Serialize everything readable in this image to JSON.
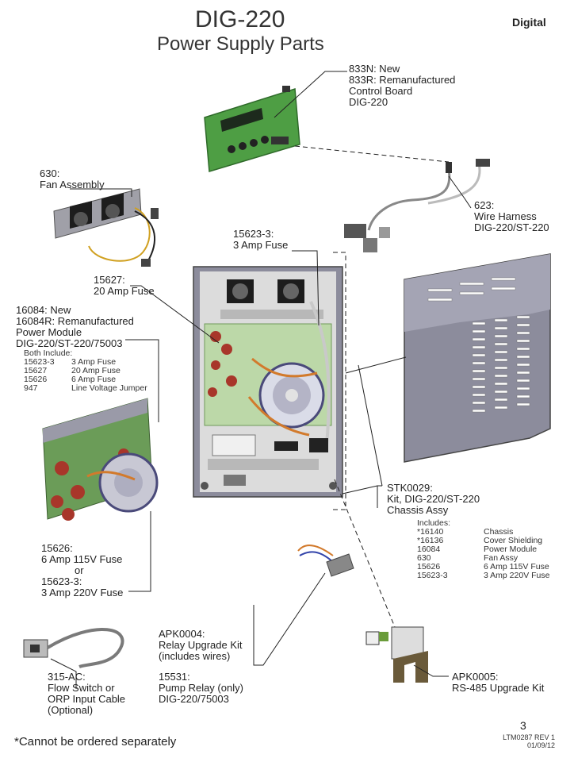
{
  "header": {
    "title": "DIG-220",
    "subtitle": "Power Supply Parts",
    "badge": "Digital"
  },
  "labels": {
    "control_board": [
      "833N: New",
      "833R: Remanufactured",
      "Control Board",
      "DIG-220"
    ],
    "fan_assembly": [
      "630:",
      "Fan Assembly"
    ],
    "wire_harness": [
      "623:",
      "Wire Harness",
      "DIG-220/ST-220"
    ],
    "fuse_3amp": [
      "15623-3:",
      "3 Amp Fuse"
    ],
    "fuse_20amp": [
      "15627:",
      "20 Amp Fuse"
    ],
    "power_module": [
      "16084: New",
      "16084R: Remanufactured",
      "Power Module",
      "DIG-220/ST-220/75003"
    ],
    "fuse_6amp": [
      "15626:",
      "6 Amp 115V Fuse",
      "or",
      "15623-3:",
      "3 Amp 220V Fuse"
    ],
    "chassis_kit": [
      "STK0029:",
      "Kit, DIG-220/ST-220",
      "Chassis Assy"
    ],
    "relay_kit": [
      "APK0004:",
      "Relay Upgrade Kit",
      "(includes wires)"
    ],
    "pump_relay": [
      "15531:",
      "Pump Relay (only)",
      "DIG-220/75003"
    ],
    "flow_switch": [
      "315-AC:",
      "Flow Switch or",
      "ORP Input Cable",
      "(Optional)"
    ],
    "rs485": [
      "APK0005:",
      "RS-485 Upgrade Kit"
    ]
  },
  "both_include": {
    "heading": "Both Include:",
    "items": [
      {
        "part": "15623-3",
        "desc": "3 Amp Fuse"
      },
      {
        "part": "15627",
        "desc": "20 Amp Fuse"
      },
      {
        "part": "15626",
        "desc": "6   Amp Fuse"
      },
      {
        "part": "947",
        "desc": "Line Voltage Jumper"
      }
    ]
  },
  "kit_includes": {
    "heading": "Includes:",
    "items": [
      {
        "part": "*16140",
        "desc": "Chassis"
      },
      {
        "part": "*16136",
        "desc": "Cover Shielding"
      },
      {
        "part": "16084",
        "desc": "Power Module"
      },
      {
        "part": "630",
        "desc": "Fan Assy"
      },
      {
        "part": "15626",
        "desc": "6 Amp 115V Fuse"
      },
      {
        "part": "15623-3",
        "desc": "3 Amp 220V Fuse"
      }
    ]
  },
  "footer": {
    "note": "*Cannot be ordered separately",
    "page_number": "3",
    "revision": "LTM0287 REV 1",
    "date": "01/09/12"
  },
  "colors": {
    "board_green": "#4e9e44",
    "light_green": "#bcd8a8",
    "chassis_gray": "#8c8c9c",
    "panel_gray": "#dcdcdc",
    "fuse_red": "#a8362a",
    "wire_orange": "#d27a2c"
  }
}
